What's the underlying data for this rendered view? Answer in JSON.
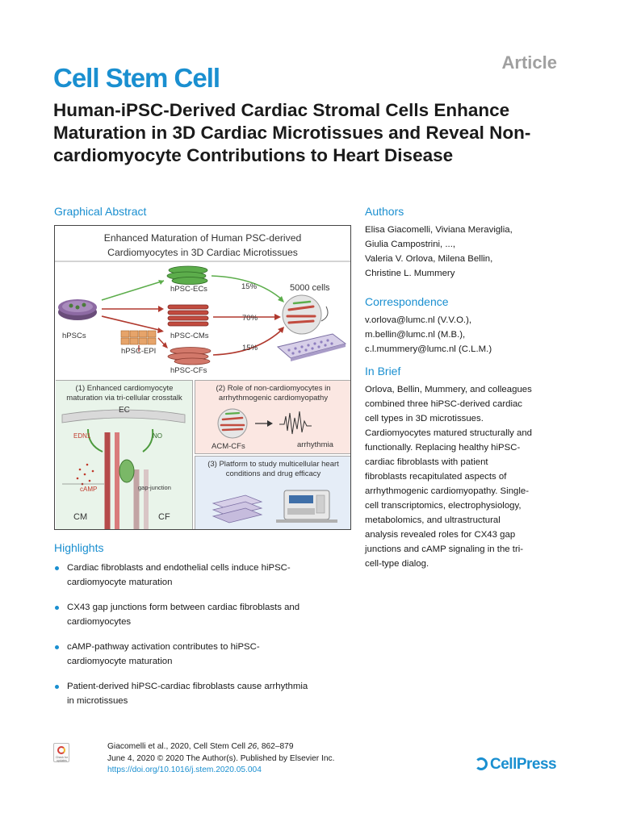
{
  "header": {
    "journal": "Cell Stem Cell",
    "article_type": "Article",
    "title": "Human-iPSC-Derived Cardiac Stromal Cells Enhance Maturation in 3D Cardiac Microtissues and Reveal Non-cardiomyocyte Contributions to Heart Disease"
  },
  "sections": {
    "graphical_abstract": "Graphical Abstract",
    "authors": "Authors",
    "correspondence": "Correspondence",
    "in_brief": "In Brief",
    "highlights": "Highlights"
  },
  "authors_lines": [
    "Elisa Giacomelli, Viviana Meraviglia,",
    "Giulia Campostrini, ...,",
    "Valeria V. Orlova, Milena Bellin,",
    "Christine L. Mummery"
  ],
  "correspondence_lines": [
    "v.orlova@lumc.nl (V.V.O.),",
    "m.bellin@lumc.nl (M.B.),",
    "c.l.mummery@lumc.nl (C.L.M.)"
  ],
  "in_brief_lines": [
    "Orlova, Bellin, Mummery, and colleagues",
    "combined three hiPSC-derived cardiac",
    "cell types in 3D microtissues.",
    "Cardiomyocytes matured structurally and",
    "functionally. Replacing healthy hiPSC-",
    "cardiac fibroblasts with patient",
    "fibroblasts recapitulated aspects of",
    "arrhythmogenic cardiomyopathy. Single-",
    "cell transcriptomics, electrophysiology,",
    "metabolomics, and ultrastructural",
    "analysis revealed roles for CX43 gap",
    "junctions and cAMP signaling in the tri-",
    "cell-type dialog."
  ],
  "graphical_abstract": {
    "title_lines": [
      "Enhanced Maturation of Human PSC-derived",
      "Cardiomyocytes in 3D Cardiac Microtissues"
    ],
    "labels": {
      "hpsc_ecs": "hPSC-ECs",
      "hpsc_cms": "hPSC-CMs",
      "hpsc_cfs": "hPSC-CFs",
      "hpsc_epi": "hPSC-EPI",
      "hpscs": "hPSCs",
      "pct_ec": "15%",
      "pct_cm": "70%",
      "pct_cf": "15%",
      "cells": "5000 cells"
    },
    "panel1": {
      "title_lines": [
        "(1) Enhanced  cardiomyocyte",
        "maturation via tri-cellular crosstalk"
      ],
      "ec": "EC",
      "edn1": "EDN1",
      "no": "NO",
      "camp": "cAMP",
      "gap_junction": "gap-junction",
      "cm": "CM",
      "cf": "CF"
    },
    "panel2": {
      "title_lines": [
        "(2) Role of non-cardiomyocytes in",
        "arrhythmogenic cardiomyopathy"
      ],
      "acm_cfs": "ACM-CFs",
      "arrhythmia": "arrhythmia"
    },
    "panel3": {
      "title_lines": [
        "(3)  Platform to study multicellular heart",
        "conditions and drug  efficacy"
      ]
    }
  },
  "highlights": [
    [
      "Cardiac fibroblasts and endothelial cells induce hiPSC-",
      "cardiomyocyte maturation"
    ],
    [
      "CX43 gap junctions form between cardiac fibroblasts and",
      "cardiomyocytes"
    ],
    [
      "cAMP-pathway activation contributes to hiPSC-",
      "cardiomyocyte maturation"
    ],
    [
      "Patient-derived hiPSC-cardiac fibroblasts cause arrhythmia",
      "in microtissues"
    ]
  ],
  "footer": {
    "badge_text": "Check for updates",
    "citation_prefix": "Giacomelli et al., 2020, Cell Stem Cell ",
    "citation_volume": "26",
    "citation_pages": ", 862–879",
    "date_line": "June 4, 2020 © 2020 The Author(s). Published by Elsevier Inc.",
    "doi": "https://doi.org/10.1016/j.stem.2020.05.004",
    "publisher": "CellPress"
  },
  "colors": {
    "accent_blue": "#1a8fd0",
    "panel1_bg": "#e9f4ea",
    "panel2_bg": "#fbe7e2",
    "panel3_bg": "#e5edf7"
  }
}
